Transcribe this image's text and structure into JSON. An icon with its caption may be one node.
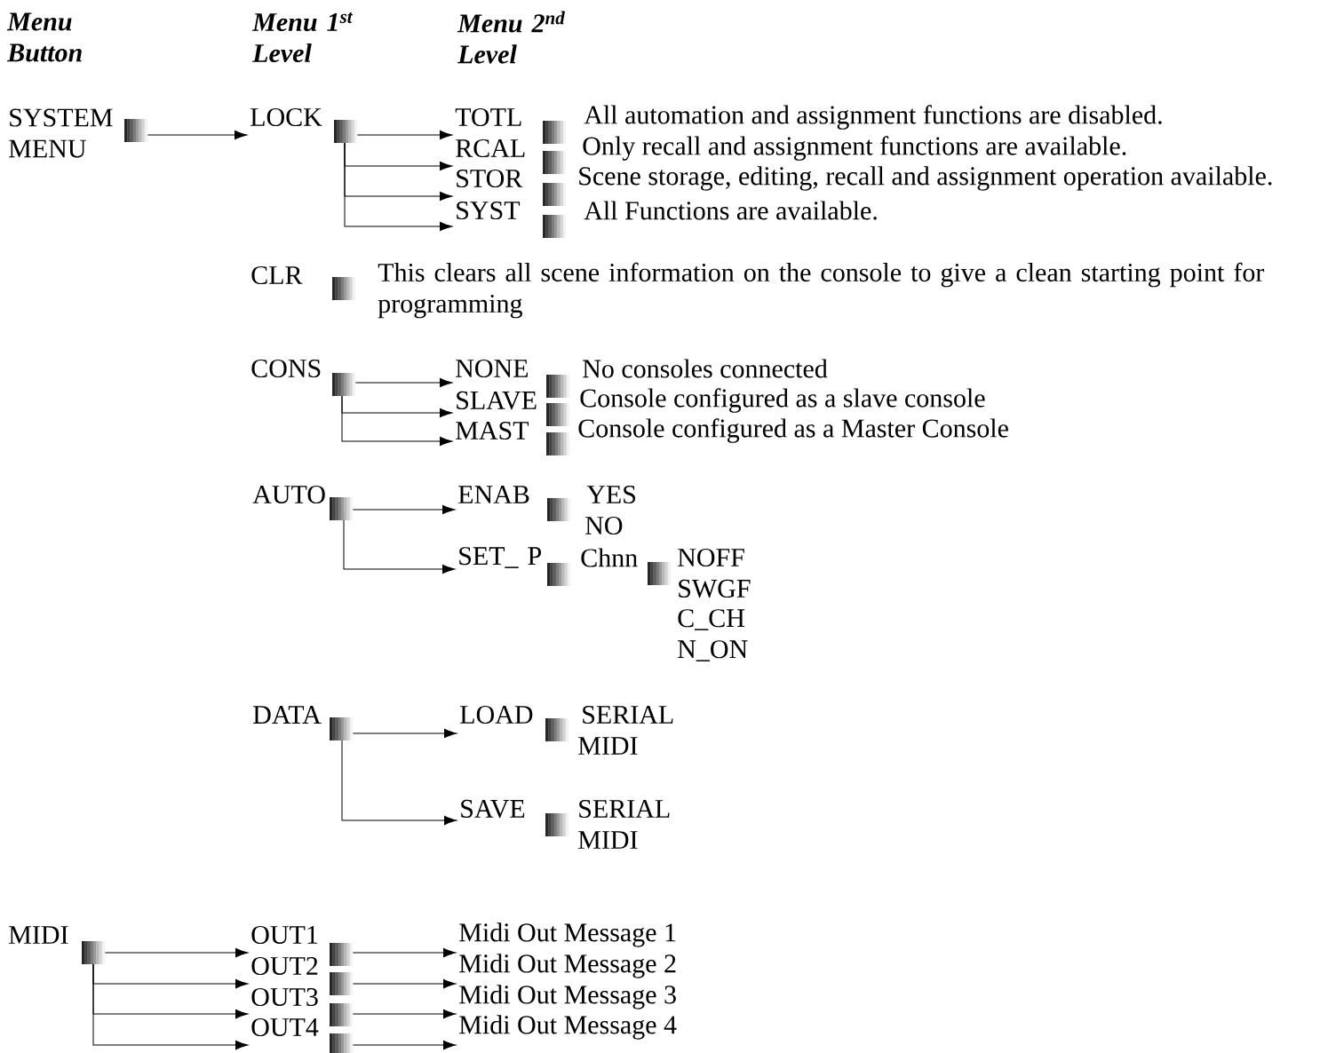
{
  "diagram": {
    "nodes": [
      {
        "text": [
          "SYSTEM MENU"
        ]
      },
      {
        "text": [
          "LOCK"
        ]
      },
      {
        "text": [
          "TOTL"
        ],
        "beside": [
          "All automation and assignment functions are disabled."
        ]
      },
      {
        "text": [
          "RCAL"
        ],
        "beside": [
          "Only recall and assignment functions are available."
        ]
      },
      {
        "text": [
          "STOR"
        ],
        "beside": [
          "Scene storage, editing, recall and assignment operation available."
        ]
      },
      {
        "text": [
          "SYST"
        ],
        "beside": [
          "All Functions are available."
        ]
      },
      {
        "text": [
          "CLR"
        ]
      },
      {
        "text": [
          "CONS"
        ]
      },
      {
        "text": [
          "NONE"
        ],
        "beside": [
          "No consoles connected"
        ]
      },
      {
        "text": [
          "SLAVE"
        ],
        "beside": [
          "Console configured as a slave console"
        ]
      },
      {
        "text": [
          "MAST"
        ],
        "beside": [
          "Console configured as a Master Console"
        ]
      },
      {
        "text": [
          "AUTO"
        ]
      },
      {
        "text": [
          "ENAB"
        ],
        "beside": [
          "YES",
          "NO"
        ]
      },
      {
        "text": [
          "SET_ P"
        ]
      },
      {
        "text": [
          "Chnn"
        ],
        "beside": [
          "NOFF",
          "SWGF",
          "C_CH",
          "N_ON"
        ]
      },
      {
        "text": [
          "DATA"
        ]
      },
      {
        "text": [
          "LOAD"
        ],
        "beside": [
          "SERIAL",
          "MIDI"
        ]
      },
      {
        "text": [
          "SAVE"
        ],
        "beside": [
          "SERIAL",
          "MIDI"
        ]
      },
      {
        "text": [
          "MIDI"
        ]
      },
      {
        "text": [
          "OUT1"
        ]
      },
      {
        "text": [
          "OUT2"
        ]
      },
      {
        "text": [
          "OUT3"
        ]
      },
      {
        "text": [
          "OUT4"
        ]
      },
      {
        "text": [
          "Midi Out Message 1"
        ]
      },
      {
        "text": [
          "Midi Out Message 2"
        ]
      },
      {
        "text": [
          "Midi Out Message 3"
        ]
      },
      {
        "text": [
          "Midi Out Message 4"
        ]
      }
    ],
    "edges": [
      {
        "from": 0,
        "to": 1,
        "arrow": "to"
      },
      {
        "from": 1,
        "to": 2,
        "arrow": "to"
      },
      {
        "from": 1,
        "to": 3,
        "arrow": "to"
      },
      {
        "from": 1,
        "to": 4,
        "arrow": "to"
      },
      {
        "from": 1,
        "to": 5,
        "arrow": "to"
      },
      {
        "from": 7,
        "to": 8,
        "arrow": "to"
      },
      {
        "from": 7,
        "to": 9,
        "arrow": "to"
      },
      {
        "from": 7,
        "to": 10,
        "arrow": "to"
      },
      {
        "from": 11,
        "to": 12,
        "arrow": "to"
      },
      {
        "from": 11,
        "to": 13,
        "arrow": "to"
      },
      {
        "from": 15,
        "to": 16,
        "arrow": "to"
      },
      {
        "from": 15,
        "to": 17,
        "arrow": "to"
      },
      {
        "from": 18,
        "to": 19,
        "arrow": "to"
      },
      {
        "from": 18,
        "to": 20,
        "arrow": "to"
      },
      {
        "from": 18,
        "to": 21,
        "arrow": "to"
      },
      {
        "from": 18,
        "to": 22,
        "arrow": "to"
      },
      {
        "from": 19,
        "to": 23,
        "arrow": "to"
      },
      {
        "from": 20,
        "to": 24,
        "arrow": "to"
      },
      {
        "from": 21,
        "to": 25,
        "arrow": "to"
      },
      {
        "from": 22,
        "to": 26,
        "arrow": "to"
      }
    ],
    "labels": [
      "Menu Button",
      "Menu 1$^{st}$ Level",
      "Menu 2$^{nd}$ Level",
      "This clears all scene information on the console to give a clean starting point for programming"
    ]
  }
}
